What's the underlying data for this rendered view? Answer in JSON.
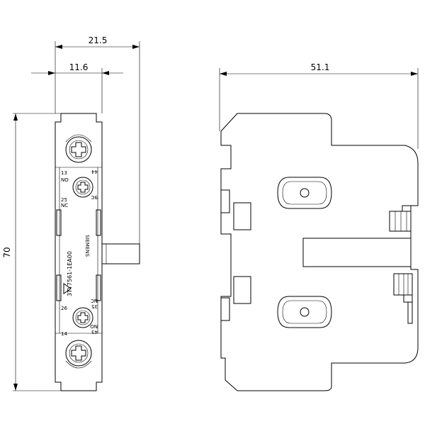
{
  "dimensions": {
    "width_overall": "21.5",
    "width_body": "11.6",
    "height": "70",
    "depth": "51.1"
  },
  "terminal_labels": {
    "t13": "13",
    "no_top": "NO",
    "t44": "44",
    "t25": "25",
    "nc_top": "NC",
    "t9c": "9C",
    "t26": "26",
    "t14": "14",
    "no_bottom": "NO",
    "t43": "43",
    "nc_bottom": "NC",
    "t35": "35"
  },
  "part_label": "3TY7561-1EA00",
  "brand_label": "SIEMENS"
}
